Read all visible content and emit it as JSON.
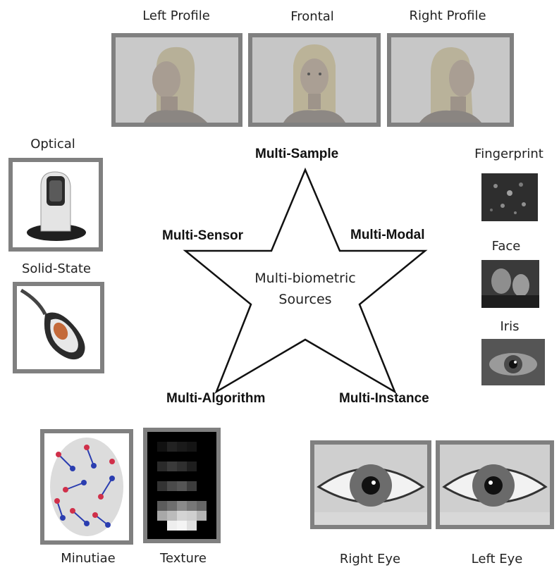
{
  "center": {
    "line1": "Multi-biometric",
    "line2": "Sources"
  },
  "star_points": {
    "top": "Multi-Sample",
    "left": "Multi-Sensor",
    "right": "Multi-Modal",
    "bottom_left": "Multi-Algorithm",
    "bottom_right": "Multi-Instance"
  },
  "top_images": [
    {
      "caption": "Left Profile",
      "icon": "face-left-profile-photo"
    },
    {
      "caption": "Frontal",
      "icon": "face-frontal-photo"
    },
    {
      "caption": "Right Profile",
      "icon": "face-right-profile-photo"
    }
  ],
  "left_images": [
    {
      "caption": "Optical",
      "icon": "optical-fingerprint-scanner"
    },
    {
      "caption": "Solid-State",
      "icon": "solid-state-fingerprint-sensor"
    }
  ],
  "right_images": [
    {
      "caption": "Fingerprint",
      "icon": "fingerprint-closeup"
    },
    {
      "caption": "Face",
      "icon": "face-photo"
    },
    {
      "caption": "Iris",
      "icon": "iris-photo"
    }
  ],
  "bottom_left_images": [
    {
      "caption": "Minutiae",
      "icon": "minutiae-map"
    },
    {
      "caption": "Texture",
      "icon": "texture-blocks"
    }
  ],
  "bottom_right_images": [
    {
      "caption": "Right Eye",
      "icon": "right-eye-photo"
    },
    {
      "caption": "Left Eye",
      "icon": "left-eye-photo"
    }
  ],
  "colors": {
    "frame": "#808080",
    "minutiae_blue": "#2a3db0",
    "minutiae_red": "#d0304a"
  }
}
